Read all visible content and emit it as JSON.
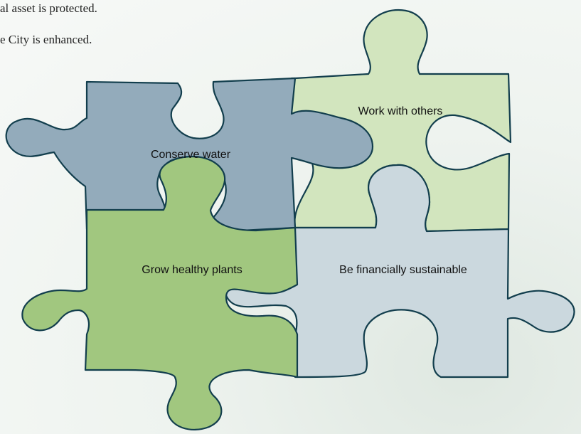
{
  "text_lines": [
    "al asset is protected.",
    "e City is enhanced."
  ],
  "pieces": [
    {
      "id": "work-with-others",
      "label": "Work with others",
      "color": "#d2e5be"
    },
    {
      "id": "conserve-water",
      "label": "Conserve water",
      "color": "#93abbb"
    },
    {
      "id": "be-financially-sustainable",
      "label": "Be financially sustainable",
      "color": "#cbd8de"
    },
    {
      "id": "grow-healthy-plants",
      "label": "Grow healthy plants",
      "color": "#a1c77f"
    }
  ],
  "colors": {
    "outline": "#123e4d",
    "text": "#222222"
  }
}
